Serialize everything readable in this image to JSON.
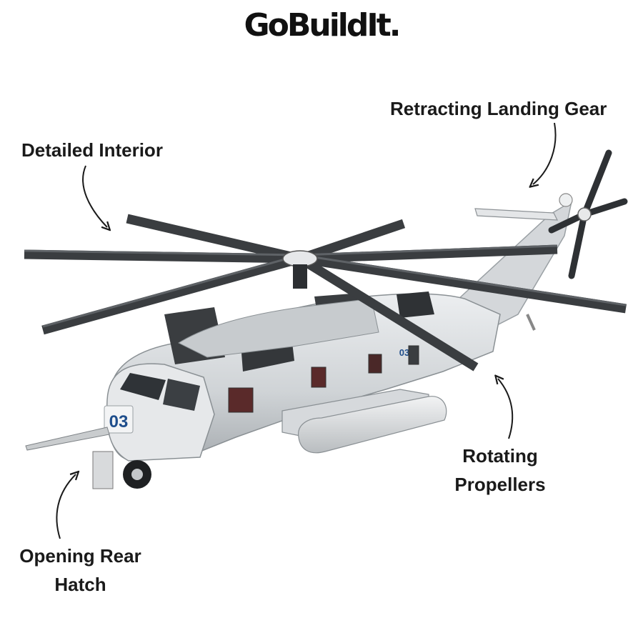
{
  "brand": {
    "logo_text": "GoBuildIt."
  },
  "features": {
    "interior": {
      "label": "Detailed Interior",
      "arrow_icon": "curved-arrow-down-icon"
    },
    "landing_gear": {
      "label": "Retracting Landing Gear",
      "arrow_icon": "curved-arrow-down-icon"
    },
    "propellers": {
      "line1": "Rotating",
      "line2": "Propellers",
      "arrow_icon": "curved-arrow-up-icon"
    },
    "rear_hatch": {
      "line1": "Opening Rear",
      "line2": "Hatch",
      "arrow_icon": "curved-arrow-up-icon"
    }
  },
  "product": {
    "fuselage_marking": "03",
    "colors": {
      "fuselage": "#d9dcdf",
      "rotor": "#3a3d40",
      "accent": "#1f4e8c"
    }
  }
}
